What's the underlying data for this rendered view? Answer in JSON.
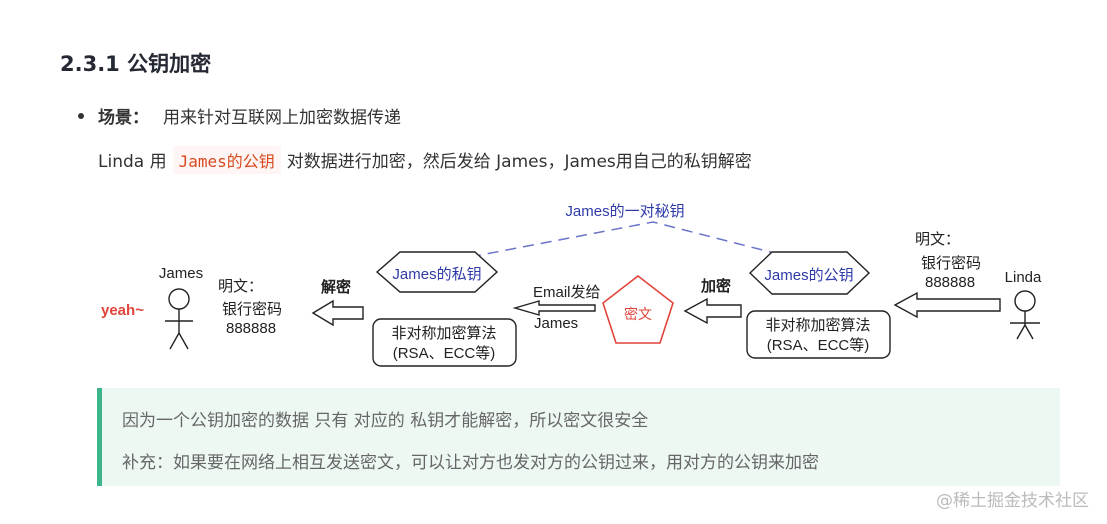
{
  "heading": "2.3.1 公钥加密",
  "bullet": {
    "label": "场景：",
    "text": "用来针对互联网上加密数据传递"
  },
  "paragraph": {
    "before": "Linda 用",
    "code": "James的公钥",
    "after": "对数据进行加密，然后发给 James，James用自己的私钥解密"
  },
  "diagram": {
    "pair_label": "James的一对秘钥",
    "james_name": "James",
    "yeah": "yeah~",
    "left_plain_label": "明文：",
    "left_plain_line1": "银行密码",
    "left_plain_line2": "888888",
    "decrypt_label": "解密",
    "private_key": "James的私钥",
    "left_algo_line1": "非对称加密算法",
    "left_algo_line2": "(RSA、ECC等)",
    "email_label": "Email发给",
    "email_target": "James",
    "cipher_label": "密文",
    "encrypt_label": "加密",
    "public_key": "James的公钥",
    "right_algo_line1": "非对称加密算法",
    "right_algo_line2": "(RSA、ECC等)",
    "right_plain_label": "明文：",
    "right_plain_line1": "银行密码",
    "right_plain_line2": "888888",
    "linda_name": "Linda"
  },
  "quote": {
    "line1": "因为一个公钥加密的数据 只有 对应的 私钥才能解密，所以密文很安全",
    "line2": "补充：如果要在网络上相互发送密文，可以让对方也发对方的公钥过来，用对方的公钥来加密"
  },
  "watermark": "@稀土掘金技术社区",
  "colors": {
    "accent_green": "#3cb58a",
    "code_red": "#d74a20",
    "key_blue": "#2e3aa8",
    "cipher_red": "#e0443a"
  }
}
